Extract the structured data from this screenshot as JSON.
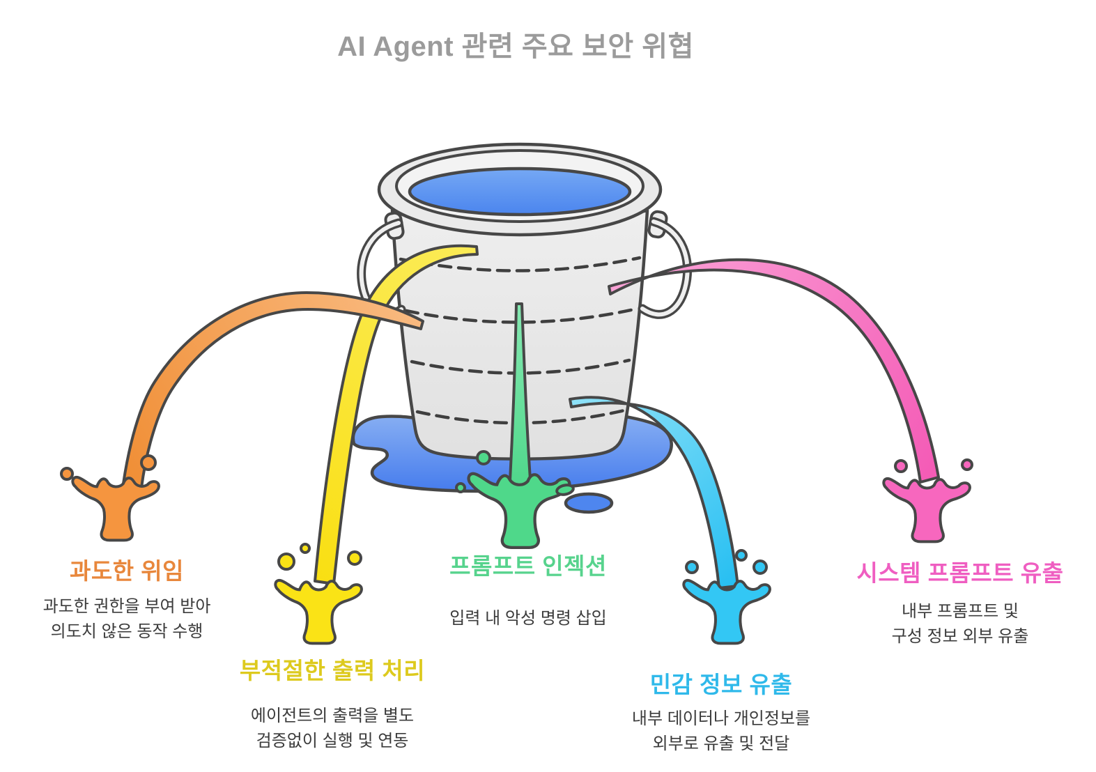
{
  "title": "AI Agent 관련 주요 보안 위협",
  "threats": [
    {
      "id": "excessive-delegation",
      "label": "과도한 위임",
      "desc_line1": "과도한 권한을 부여 받아",
      "desc_line2": "의도치 않은 동작 수행",
      "color": "#E8873C"
    },
    {
      "id": "improper-output-handling",
      "label": "부적절한 출력 처리",
      "desc_line1": "에이전트의 출력을 별도",
      "desc_line2": "검증없이 실행 및 연동",
      "color": "#DDCA1E"
    },
    {
      "id": "prompt-injection",
      "label": "프롬프트 인젝션",
      "desc_line1": "입력 내 악성 명령 삽입",
      "desc_line2": "",
      "color": "#57D38D"
    },
    {
      "id": "sensitive-info-leak",
      "label": "민감 정보 유출",
      "desc_line1": "내부 데이터나 개인정보를",
      "desc_line2": "외부로 유출 및 전달",
      "color": "#2FB9EA"
    },
    {
      "id": "system-prompt-leak",
      "label": "시스템 프롬프트 유출",
      "desc_line1": "내부 프롬프트 및",
      "desc_line2": "구성 정보 외부 유출",
      "color": "#EF5EC1"
    }
  ],
  "illustration": {
    "name": "leaking-bucket",
    "title_color": "#9B9B9B",
    "body_text_color": "#3B3B3B",
    "outline_color": "#474747",
    "bucket_fill": "#EAEAEA",
    "water_color": "#4B85EE",
    "puddle_color": "#437AED",
    "stream_colors": {
      "excessive_delegation": "#F08E35",
      "improper_output_handling": "#F9DF12",
      "prompt_injection": "#4FD88A",
      "sensitive_info_leak": "#33C7F4",
      "system_prompt_leak": "#F767BE"
    }
  }
}
